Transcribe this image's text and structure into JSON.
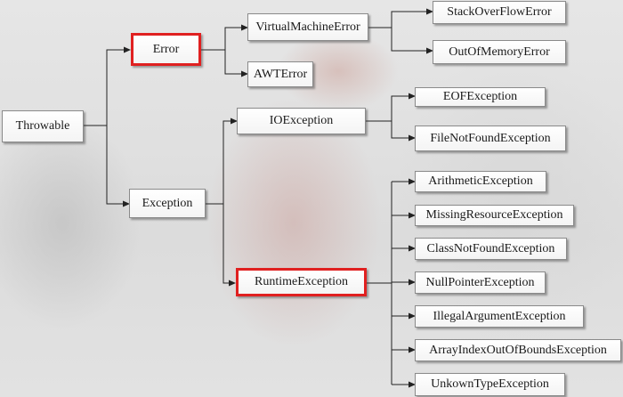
{
  "diagram": {
    "highlight_color": "#e02020",
    "nodes": {
      "throwable": "Throwable",
      "error": "Error",
      "virtual_machine_error": "VirtualMachineError",
      "stack_overflow_error": "StackOverFlowError",
      "out_of_memory_error": "OutOfMemoryError",
      "awt_error": "AWTError",
      "exception": "Exception",
      "io_exception": "IOException",
      "eof_exception": "EOFException",
      "file_not_found_exception": "FileNotFoundException",
      "runtime_exception": "RuntimeException",
      "arithmetic_exception": "ArithmeticException",
      "missing_resource_exception": "MissingResourceException",
      "class_not_found_exception": "ClassNotFoundException",
      "null_pointer_exception": "NullPointerException",
      "illegal_argument_exception": "IllegalArgumentException",
      "array_index_out_of_bounds_exception": "ArrayIndexOutOfBoundsException",
      "unknown_type_exception": "UnkownTypeException"
    },
    "highlighted": [
      "error",
      "runtime_exception"
    ],
    "edges": [
      [
        "throwable",
        "error"
      ],
      [
        "throwable",
        "exception"
      ],
      [
        "error",
        "virtual_machine_error"
      ],
      [
        "error",
        "awt_error"
      ],
      [
        "virtual_machine_error",
        "stack_overflow_error"
      ],
      [
        "virtual_machine_error",
        "out_of_memory_error"
      ],
      [
        "exception",
        "io_exception"
      ],
      [
        "exception",
        "runtime_exception"
      ],
      [
        "io_exception",
        "eof_exception"
      ],
      [
        "io_exception",
        "file_not_found_exception"
      ],
      [
        "runtime_exception",
        "arithmetic_exception"
      ],
      [
        "runtime_exception",
        "missing_resource_exception"
      ],
      [
        "runtime_exception",
        "class_not_found_exception"
      ],
      [
        "runtime_exception",
        "null_pointer_exception"
      ],
      [
        "runtime_exception",
        "illegal_argument_exception"
      ],
      [
        "runtime_exception",
        "array_index_out_of_bounds_exception"
      ],
      [
        "runtime_exception",
        "unknown_type_exception"
      ]
    ]
  }
}
